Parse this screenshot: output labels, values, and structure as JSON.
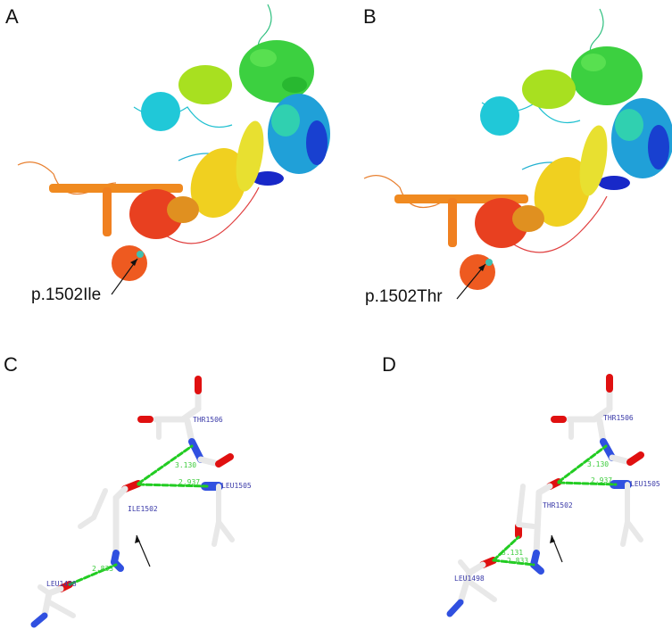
{
  "figure": {
    "panels": [
      {
        "id": "A",
        "letter": "A",
        "type": "protein-cartoon-structure",
        "callout": "p.1502Ile",
        "coloring": "rainbow (blue N-terminus to red C-terminus)"
      },
      {
        "id": "B",
        "letter": "B",
        "type": "protein-cartoon-structure",
        "callout": "p.1502Thr",
        "coloring": "rainbow (blue N-terminus to red C-terminus)"
      },
      {
        "id": "C",
        "letter": "C",
        "type": "residue-stick-model",
        "residues": [
          "THR1506",
          "LEU1505",
          "ILE1502",
          "LEU1498"
        ],
        "distances": [
          "3.130",
          "2.937",
          "2.833"
        ]
      },
      {
        "id": "D",
        "letter": "D",
        "type": "residue-stick-model",
        "residues": [
          "THR1506",
          "LEU1505",
          "THR1502",
          "LEU1498"
        ],
        "distances": [
          "3.130",
          "2.937",
          "3.131",
          "2.833"
        ]
      }
    ],
    "colors": {
      "oxygen": "#e01010",
      "nitrogen": "#3050e0",
      "carbon": "#e8e8e8",
      "hbond": "#22cc22",
      "residue_label": "#3a3aa8",
      "distance_label": "#3ccc3c",
      "rainbow": [
        "#1f2fd0",
        "#1fa0e0",
        "#20d0d0",
        "#30d040",
        "#a0e020",
        "#f0e020",
        "#f0a020",
        "#f07020",
        "#e03020"
      ]
    }
  }
}
